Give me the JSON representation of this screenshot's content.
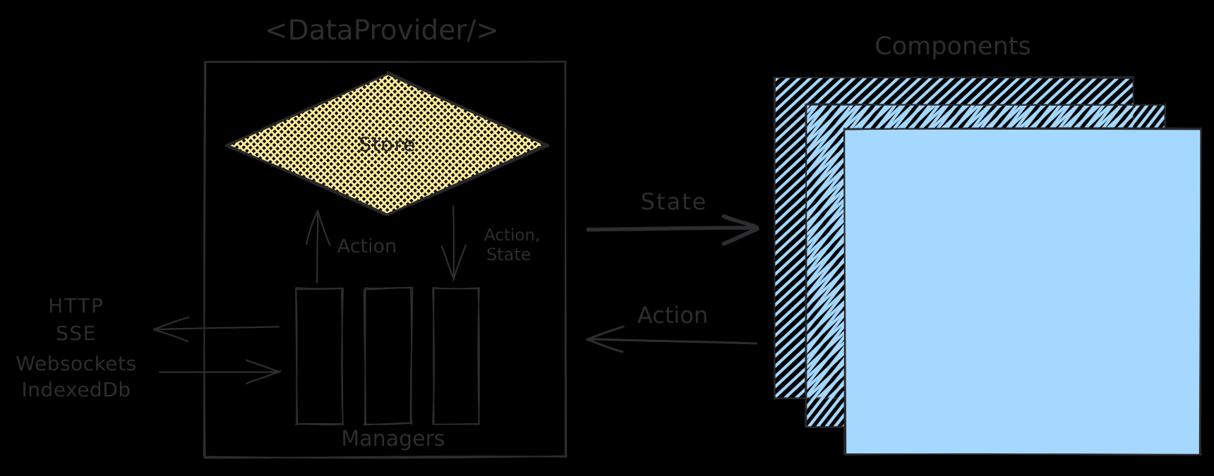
{
  "diagram": {
    "provider": {
      "title": "<DataProvider/>",
      "store_label": "Store",
      "managers_label": "Managers",
      "up_arrow_label": "Action",
      "down_arrow_label_line1": "Action,",
      "down_arrow_label_line2": "State"
    },
    "transports": {
      "line1": "HTTP",
      "line2": "SSE",
      "line3": "Websockets",
      "line4": "IndexedDb"
    },
    "flows": {
      "state_arrow_label": "State",
      "action_arrow_label": "Action"
    },
    "components": {
      "title": "Components"
    },
    "colors": {
      "background": "#000000",
      "stroke": "#2d2d30",
      "shape_stroke": "#27272a",
      "yellow": "#ffec99",
      "blue": "#a5d8ff"
    }
  }
}
